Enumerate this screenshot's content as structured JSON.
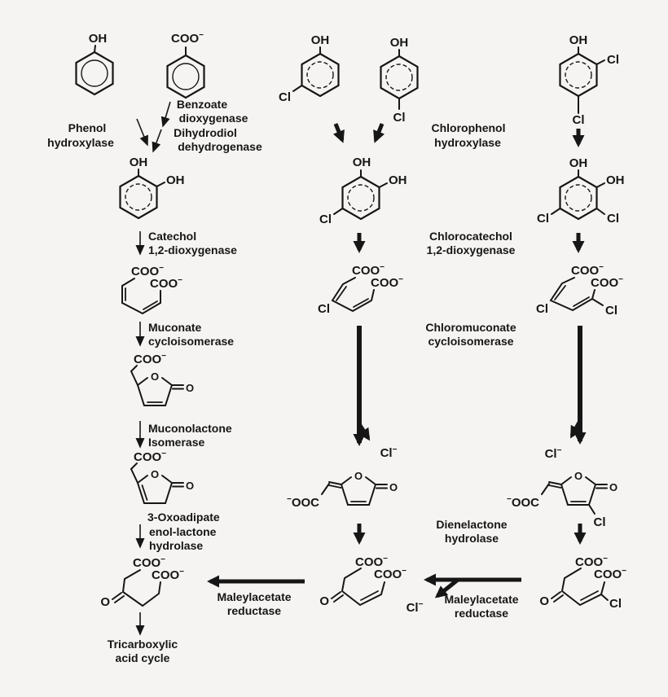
{
  "colors": {
    "background": "#f5f4f2",
    "ink": "#161616"
  },
  "atoms": {
    "oh": "OH",
    "coo": "COO",
    "ooc": "OOC",
    "o": "O",
    "cl": "Cl",
    "minus": "−"
  },
  "enzymes": {
    "phenol_hydroxylase": {
      "line1": "Phenol",
      "line2": "hydroxylase"
    },
    "benzoate_dioxygenase": {
      "line1": "Benzoate",
      "line2": "dioxygenase"
    },
    "dihydrodiol_dehydrogenase": {
      "line1": "Dihydrodiol",
      "line2": "dehydrogenase"
    },
    "catechol_1_2_dioxygenase": {
      "line1": "Catechol",
      "line2": "1,2-dioxygenase"
    },
    "muconate_cycloisomerase": {
      "line1": "Muconate",
      "line2": "cycloisomerase"
    },
    "muconolactone_isomerase": {
      "line1": "Muconolactone",
      "line2": "Isomerase"
    },
    "oxoadipate_enol_lactone_hydrolase": {
      "line1": "3-Oxoadipate",
      "line2": "enol-lactone",
      "line3": "hydrolase"
    },
    "chlorophenol_hydroxylase": {
      "line1": "Chlorophenol",
      "line2": "hydroxylase"
    },
    "chlorocatechol_1_2_dioxygenase": {
      "line1": "Chlorocatechol",
      "line2": "1,2-dioxygenase"
    },
    "chloromuconate_cycloisomerase": {
      "line1": "Chloromuconate",
      "line2": "cycloisomerase"
    },
    "dienelactone_hydrolase": {
      "line1": "Dienelactone",
      "line2": "hydrolase"
    },
    "maleylacetate_reductase": {
      "line1": "Maleylacetate",
      "line2": "reductase"
    }
  },
  "terminal": {
    "tca_cycle": {
      "line1": "Tricarboxylic",
      "line2": "acid cycle"
    }
  }
}
